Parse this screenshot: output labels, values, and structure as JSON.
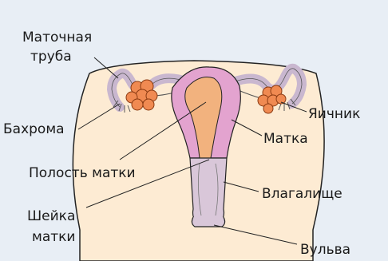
{
  "labels": {
    "fallopian_tube_line1": "Маточная",
    "fallopian_tube_line2": "труба",
    "fimbriae": "Бахрома",
    "uterine_cavity": "Полость матки",
    "cervix_line1": "Шейка",
    "cervix_line2": "матки",
    "ovary": "Яичник",
    "uterus": "Матка",
    "vagina": "Влагалище",
    "vulva": "Вульва"
  },
  "colors": {
    "background": "#e8eef5",
    "body": "#fdebd3",
    "uterus": "#e3a3cf",
    "uterus_inner": "#f2b27e",
    "tube": "#c9b7cf",
    "vagina": "#d9c7d9",
    "ovary": "#f08a52",
    "outline": "#222222"
  }
}
